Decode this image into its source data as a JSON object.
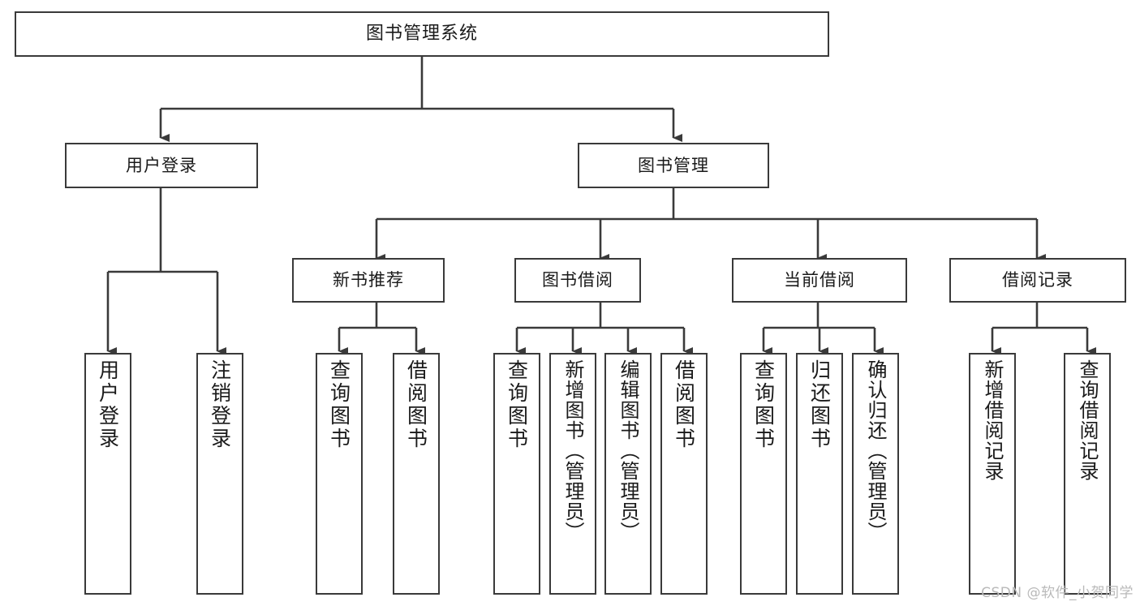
{
  "diagram": {
    "title": "图书管理系统",
    "watermark": "CSDN @软件_小贺同学",
    "colors": {
      "stroke": "#3a3a3a",
      "fill": "#ffffff",
      "text": "#1a1a1a",
      "watermark": "#b9b9b9"
    },
    "levels": {
      "root": {
        "label": "图书管理系统"
      },
      "level2": [
        {
          "label": "用户登录"
        },
        {
          "label": "图书管理"
        }
      ],
      "level3": [
        {
          "label": "新书推荐"
        },
        {
          "label": "图书借阅"
        },
        {
          "label": "当前借阅"
        },
        {
          "label": "借阅记录"
        }
      ],
      "leaves": {
        "user_login": [
          {
            "label": "用户登录"
          },
          {
            "label": "注销登录"
          }
        ],
        "new_book_recommend": [
          {
            "label": "查询图书"
          },
          {
            "label": "借阅图书"
          }
        ],
        "book_borrow": [
          {
            "label": "查询图书"
          },
          {
            "label": "新增图书（管理员）"
          },
          {
            "label": "编辑图书（管理员）"
          },
          {
            "label": "借阅图书"
          }
        ],
        "current_borrow": [
          {
            "label": "查询图书"
          },
          {
            "label": "归还图书"
          },
          {
            "label": "确认归还（管理员）"
          }
        ],
        "borrow_record": [
          {
            "label": "新增借阅记录"
          },
          {
            "label": "查询借阅记录"
          }
        ]
      }
    }
  }
}
